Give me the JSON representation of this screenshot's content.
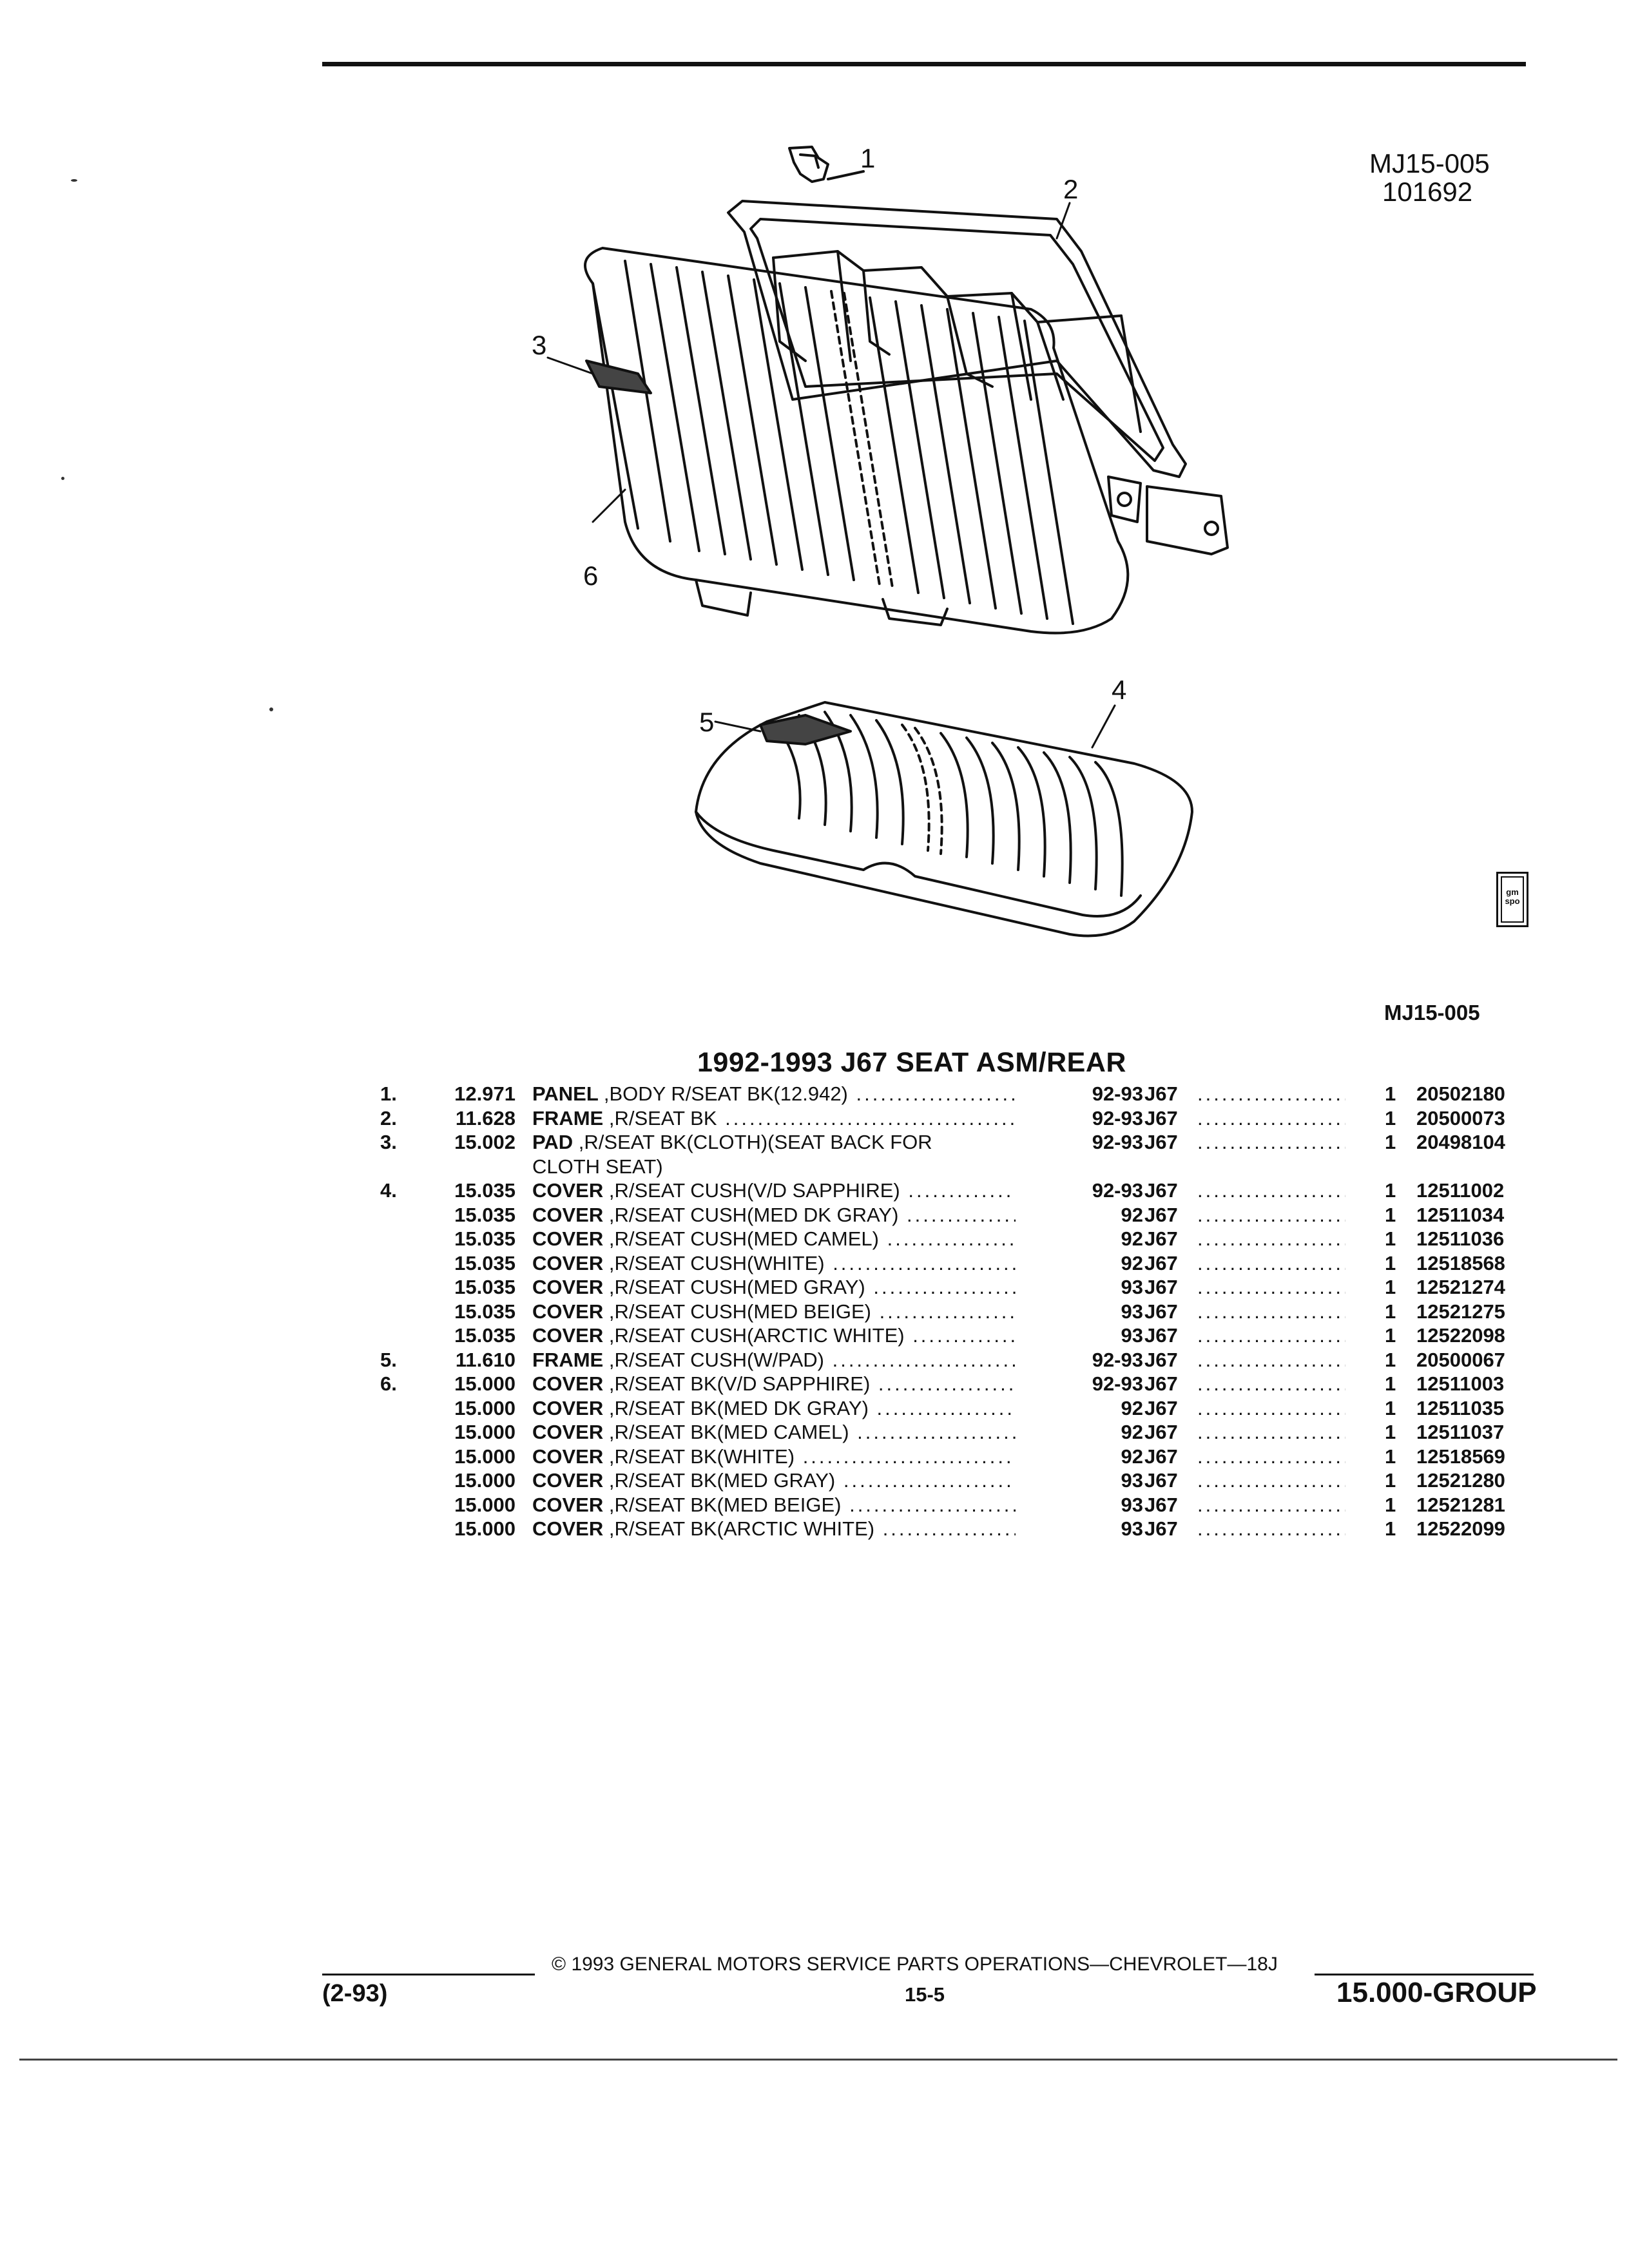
{
  "header": {
    "ref_id": "MJ15-005",
    "ref_date": "101692",
    "ref_small": "MJ15-005"
  },
  "callouts": [
    "1",
    "2",
    "3",
    "4",
    "5",
    "6"
  ],
  "badge_text": "gm spo",
  "section_title": "1992-1993 J67 SEAT ASM/REAR",
  "parts": [
    {
      "item": "1.",
      "group": "12.971",
      "name": "PANEL",
      "desc": ",BODY R/SEAT BK(12.942)",
      "year": "92-93",
      "model": "J67",
      "qty": "1",
      "part": "20502180"
    },
    {
      "item": "2.",
      "group": "11.628",
      "name": "FRAME",
      "desc": ",R/SEAT BK",
      "year": "92-93",
      "model": "J67",
      "qty": "1",
      "part": "20500073"
    },
    {
      "item": "3.",
      "group": "15.002",
      "name": "PAD",
      "desc": ",R/SEAT BK(CLOTH)(SEAT BACK FOR",
      "desc_cont": "CLOTH SEAT)",
      "year": "92-93",
      "model": "J67",
      "qty": "1",
      "part": "20498104"
    },
    {
      "item": "4.",
      "group": "15.035",
      "name": "COVER",
      "desc": ",R/SEAT CUSH(V/D SAPPHIRE)",
      "year": "92-93",
      "model": "J67",
      "qty": "1",
      "part": "12511002"
    },
    {
      "item": "",
      "group": "15.035",
      "name": "COVER",
      "desc": ",R/SEAT CUSH(MED DK GRAY)",
      "year": "92",
      "model": "J67",
      "qty": "1",
      "part": "12511034"
    },
    {
      "item": "",
      "group": "15.035",
      "name": "COVER",
      "desc": ",R/SEAT CUSH(MED CAMEL)",
      "year": "92",
      "model": "J67",
      "qty": "1",
      "part": "12511036"
    },
    {
      "item": "",
      "group": "15.035",
      "name": "COVER",
      "desc": ",R/SEAT CUSH(WHITE)",
      "year": "92",
      "model": "J67",
      "qty": "1",
      "part": "12518568"
    },
    {
      "item": "",
      "group": "15.035",
      "name": "COVER",
      "desc": ",R/SEAT CUSH(MED GRAY)",
      "year": "93",
      "model": "J67",
      "qty": "1",
      "part": "12521274"
    },
    {
      "item": "",
      "group": "15.035",
      "name": "COVER",
      "desc": ",R/SEAT CUSH(MED BEIGE)",
      "year": "93",
      "model": "J67",
      "qty": "1",
      "part": "12521275"
    },
    {
      "item": "",
      "group": "15.035",
      "name": "COVER",
      "desc": ",R/SEAT CUSH(ARCTIC WHITE)",
      "year": "93",
      "model": "J67",
      "qty": "1",
      "part": "12522098"
    },
    {
      "item": "5.",
      "group": "11.610",
      "name": "FRAME",
      "desc": ",R/SEAT CUSH(W/PAD)",
      "year": "92-93",
      "model": "J67",
      "qty": "1",
      "part": "20500067"
    },
    {
      "item": "6.",
      "group": "15.000",
      "name": "COVER",
      "desc": ",R/SEAT BK(V/D SAPPHIRE)",
      "year": "92-93",
      "model": "J67",
      "qty": "1",
      "part": "12511003"
    },
    {
      "item": "",
      "group": "15.000",
      "name": "COVER",
      "desc": ",R/SEAT BK(MED DK GRAY)",
      "year": "92",
      "model": "J67",
      "qty": "1",
      "part": "12511035"
    },
    {
      "item": "",
      "group": "15.000",
      "name": "COVER",
      "desc": ",R/SEAT BK(MED CAMEL)",
      "year": "92",
      "model": "J67",
      "qty": "1",
      "part": "12511037"
    },
    {
      "item": "",
      "group": "15.000",
      "name": "COVER",
      "desc": ",R/SEAT BK(WHITE)",
      "year": "92",
      "model": "J67",
      "qty": "1",
      "part": "12518569"
    },
    {
      "item": "",
      "group": "15.000",
      "name": "COVER",
      "desc": ",R/SEAT BK(MED GRAY)",
      "year": "93",
      "model": "J67",
      "qty": "1",
      "part": "12521280"
    },
    {
      "item": "",
      "group": "15.000",
      "name": "COVER",
      "desc": ",R/SEAT BK(MED BEIGE)",
      "year": "93",
      "model": "J67",
      "qty": "1",
      "part": "12521281"
    },
    {
      "item": "",
      "group": "15.000",
      "name": "COVER",
      "desc": ",R/SEAT BK(ARCTIC WHITE)",
      "year": "93",
      "model": "J67",
      "qty": "1",
      "part": "12522099"
    }
  ],
  "footer": {
    "copyright": "© 1993 GENERAL MOTORS SERVICE PARTS OPERATIONS—CHEVROLET—18J",
    "date_code": "(2-93)",
    "page_number": "15-5",
    "group_code": "15.000-GROUP"
  }
}
